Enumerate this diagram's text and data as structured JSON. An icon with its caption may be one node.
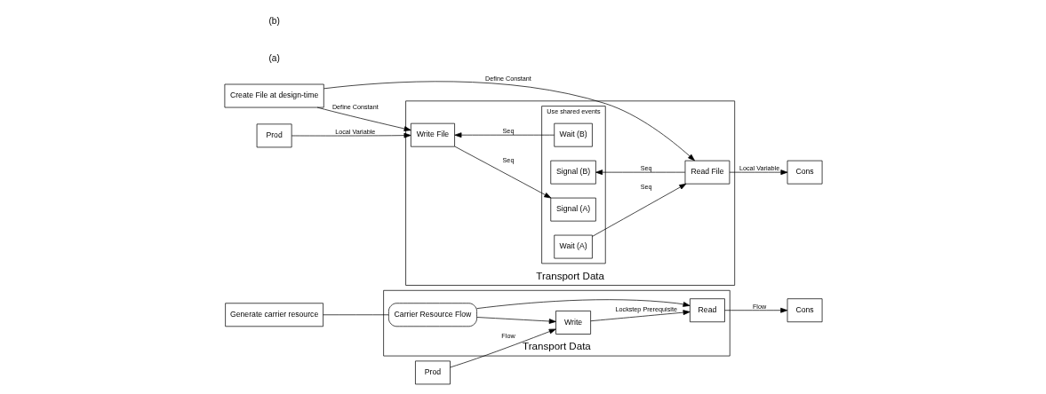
{
  "diagram": {
    "nodes": [
      {
        "text": [
          "Transport Data"
        ]
      },
      {
        "text": [
          "Prod"
        ]
      },
      {
        "text": [
          "Write"
        ],
        "in": 0
      },
      {
        "text": [
          "Read"
        ],
        "in": 0
      },
      {
        "text": [
          "Cons"
        ]
      },
      {
        "text": [
          "Carrier Resource Flow"
        ],
        "in": 0
      },
      {
        "text": [
          "Generate carrier resource"
        ]
      },
      {
        "text": [
          "Transport Data"
        ]
      },
      {
        "text": [
          "Prod"
        ]
      },
      {
        "text": [
          "Write File"
        ],
        "in": 7
      },
      {
        "text": [
          "Use shared events"
        ],
        "in": 7
      },
      {
        "text": [
          "Wait (B)"
        ],
        "in": 10
      },
      {
        "text": [
          "Signal (B)"
        ],
        "in": 10
      },
      {
        "text": [
          "Signal (A)"
        ],
        "in": 10
      },
      {
        "text": [
          "Wait (A)"
        ],
        "in": 10
      },
      {
        "text": [
          "Read File"
        ],
        "in": 7
      },
      {
        "text": [
          "Cons"
        ]
      },
      {
        "text": [
          "Create File at design-time"
        ]
      }
    ],
    "edges": [
      {
        "from": 1,
        "to": 2,
        "arrow": "to",
        "label": "Flow"
      },
      {
        "from": 2,
        "to": 3,
        "arrow": "to",
        "label": "Lockstep Prerequisite"
      },
      {
        "from": 3,
        "to": 4,
        "arrow": "to",
        "label": "Flow"
      },
      {
        "from": 5,
        "to": 2,
        "arrow": "to"
      },
      {
        "from": 5,
        "to": 3,
        "arrow": "to"
      },
      {
        "from": 6,
        "to": 5,
        "arrow": "none"
      },
      {
        "from": 8,
        "to": 9,
        "arrow": "to",
        "label": "Local Variable"
      },
      {
        "from": 11,
        "to": 9,
        "arrow": "to",
        "label": "Seq"
      },
      {
        "from": 15,
        "to": 12,
        "arrow": "to",
        "label": "Seq"
      },
      {
        "from": 9,
        "to": 13,
        "arrow": "to",
        "label": "Seq"
      },
      {
        "from": 14,
        "to": 15,
        "arrow": "to",
        "label": "Seq"
      },
      {
        "from": 15,
        "to": 16,
        "arrow": "to",
        "label": "Local Variable"
      },
      {
        "from": 17,
        "to": 9,
        "arrow": "to",
        "label": "Define Constant"
      },
      {
        "from": 17,
        "to": 15,
        "arrow": "to",
        "label": "Define Constant"
      }
    ],
    "labels": [
      "(a)",
      "(b)"
    ]
  }
}
